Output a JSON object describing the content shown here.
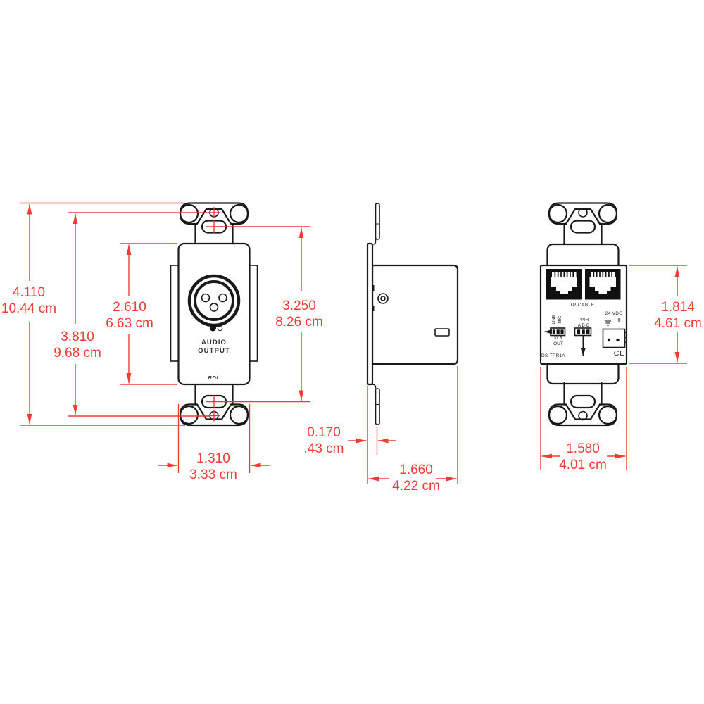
{
  "colors": {
    "dimension_red": "#f23b31",
    "line_ink": "#1a1a1a"
  },
  "dimensions": {
    "overall_height": {
      "inches": "4.110",
      "metric": "10.44 cm"
    },
    "screw_hole_spacing": {
      "inches": "3.810",
      "metric": "9.68 cm"
    },
    "plate_face_height": {
      "inches": "2.610",
      "metric": "6.63 cm"
    },
    "slot_spacing": {
      "inches": "3.250",
      "metric": "8.26 cm"
    },
    "plate_width": {
      "inches": "1.310",
      "metric": "3.33 cm"
    },
    "plate_thickness": {
      "inches": "0.170",
      "metric": ".43 cm"
    },
    "mounting_depth": {
      "inches": "1.660",
      "metric": "4.22 cm"
    },
    "rear_module_height": {
      "inches": "1.814",
      "metric": "4.61 cm"
    },
    "rear_module_width": {
      "inches": "1.580",
      "metric": "4.01 cm"
    }
  },
  "front_view": {
    "label_line1": "AUDIO",
    "label_line2": "OUTPUT",
    "brand": "RDL"
  },
  "rear_view": {
    "tp_cable_label": "TP CABLE",
    "line_label": "LINE",
    "mic_label": "MIC",
    "xlr_out_line1": "XLR",
    "xlr_out_line2": "OUT",
    "pair_label": "PAIR",
    "pair_options": "A B C",
    "power_label": "24 VDC",
    "plus_label": "+",
    "model_label": "DS-TPR1A",
    "ce_mark": "CE"
  }
}
